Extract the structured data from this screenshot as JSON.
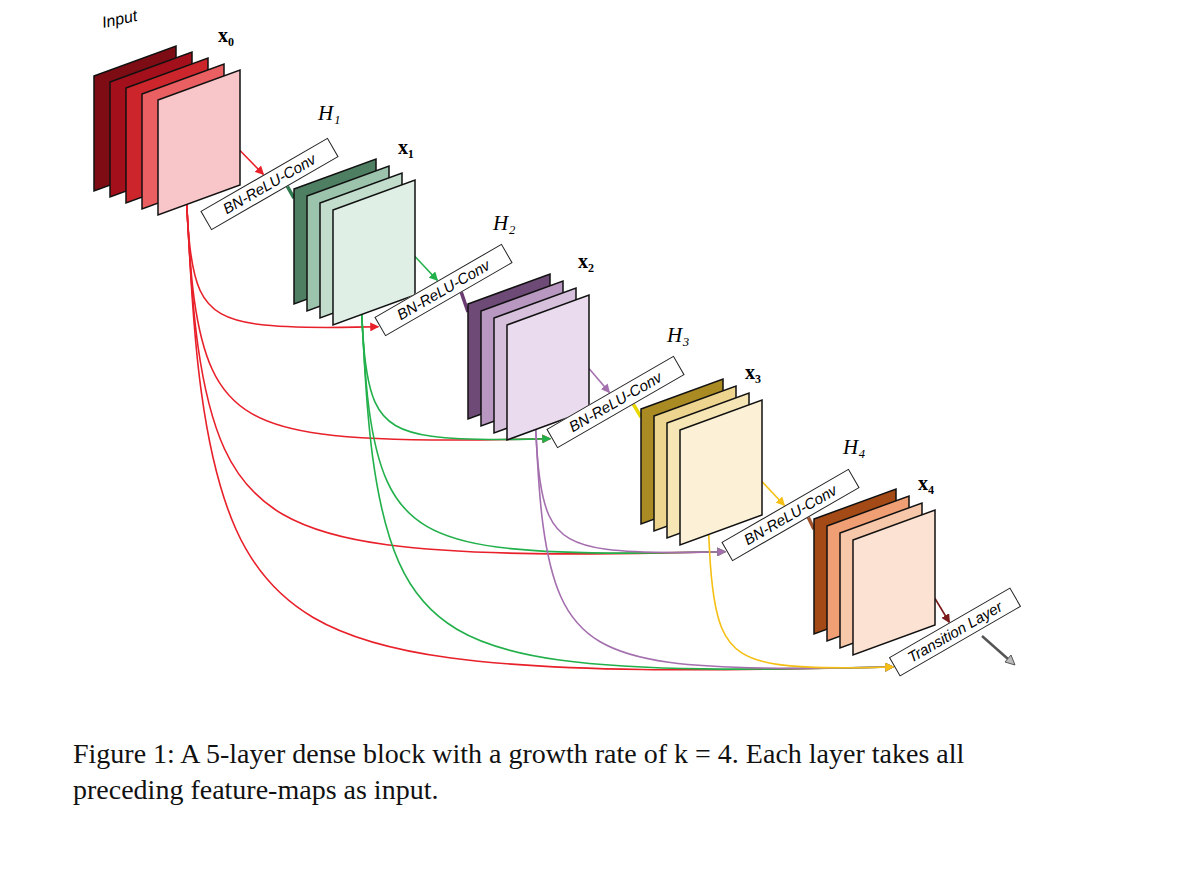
{
  "diagram": {
    "caption": "Figure 1: A 5-layer dense block with a growth rate of k = 4. Each layer takes all preceding feature-maps as input.",
    "nodes": [
      {
        "text": [
          "Input",
          "x₀"
        ]
      },
      {
        "text": [
          "H₁",
          "BN-ReLU-Conv"
        ]
      },
      {
        "text": [
          "x₁"
        ]
      },
      {
        "text": [
          "H₂",
          "BN-ReLU-Conv"
        ]
      },
      {
        "text": [
          "x₂"
        ]
      },
      {
        "text": [
          "H₃",
          "BN-ReLU-Conv"
        ]
      },
      {
        "text": [
          "x₃"
        ]
      },
      {
        "text": [
          "H₄",
          "BN-ReLU-Conv"
        ]
      },
      {
        "text": [
          "x₄"
        ]
      },
      {
        "text": [
          "Transition Layer"
        ]
      }
    ],
    "edges": [
      {
        "from": 0,
        "to": 1,
        "arrow": "to"
      },
      {
        "from": 1,
        "to": 2,
        "arrow": "none"
      },
      {
        "from": 0,
        "to": 3,
        "arrow": "to"
      },
      {
        "from": 2,
        "to": 3,
        "arrow": "to"
      },
      {
        "from": 3,
        "to": 4,
        "arrow": "none"
      },
      {
        "from": 0,
        "to": 5,
        "arrow": "to"
      },
      {
        "from": 2,
        "to": 5,
        "arrow": "to"
      },
      {
        "from": 4,
        "to": 5,
        "arrow": "to"
      },
      {
        "from": 5,
        "to": 6,
        "arrow": "none"
      },
      {
        "from": 0,
        "to": 7,
        "arrow": "to"
      },
      {
        "from": 2,
        "to": 7,
        "arrow": "to"
      },
      {
        "from": 4,
        "to": 7,
        "arrow": "to"
      },
      {
        "from": 6,
        "to": 7,
        "arrow": "to"
      },
      {
        "from": 7,
        "to": 8,
        "arrow": "none"
      },
      {
        "from": 0,
        "to": 9,
        "arrow": "to"
      },
      {
        "from": 2,
        "to": 9,
        "arrow": "to"
      },
      {
        "from": 4,
        "to": 9,
        "arrow": "to"
      },
      {
        "from": 6,
        "to": 9,
        "arrow": "to"
      },
      {
        "from": 8,
        "to": 9,
        "arrow": "to"
      }
    ]
  }
}
